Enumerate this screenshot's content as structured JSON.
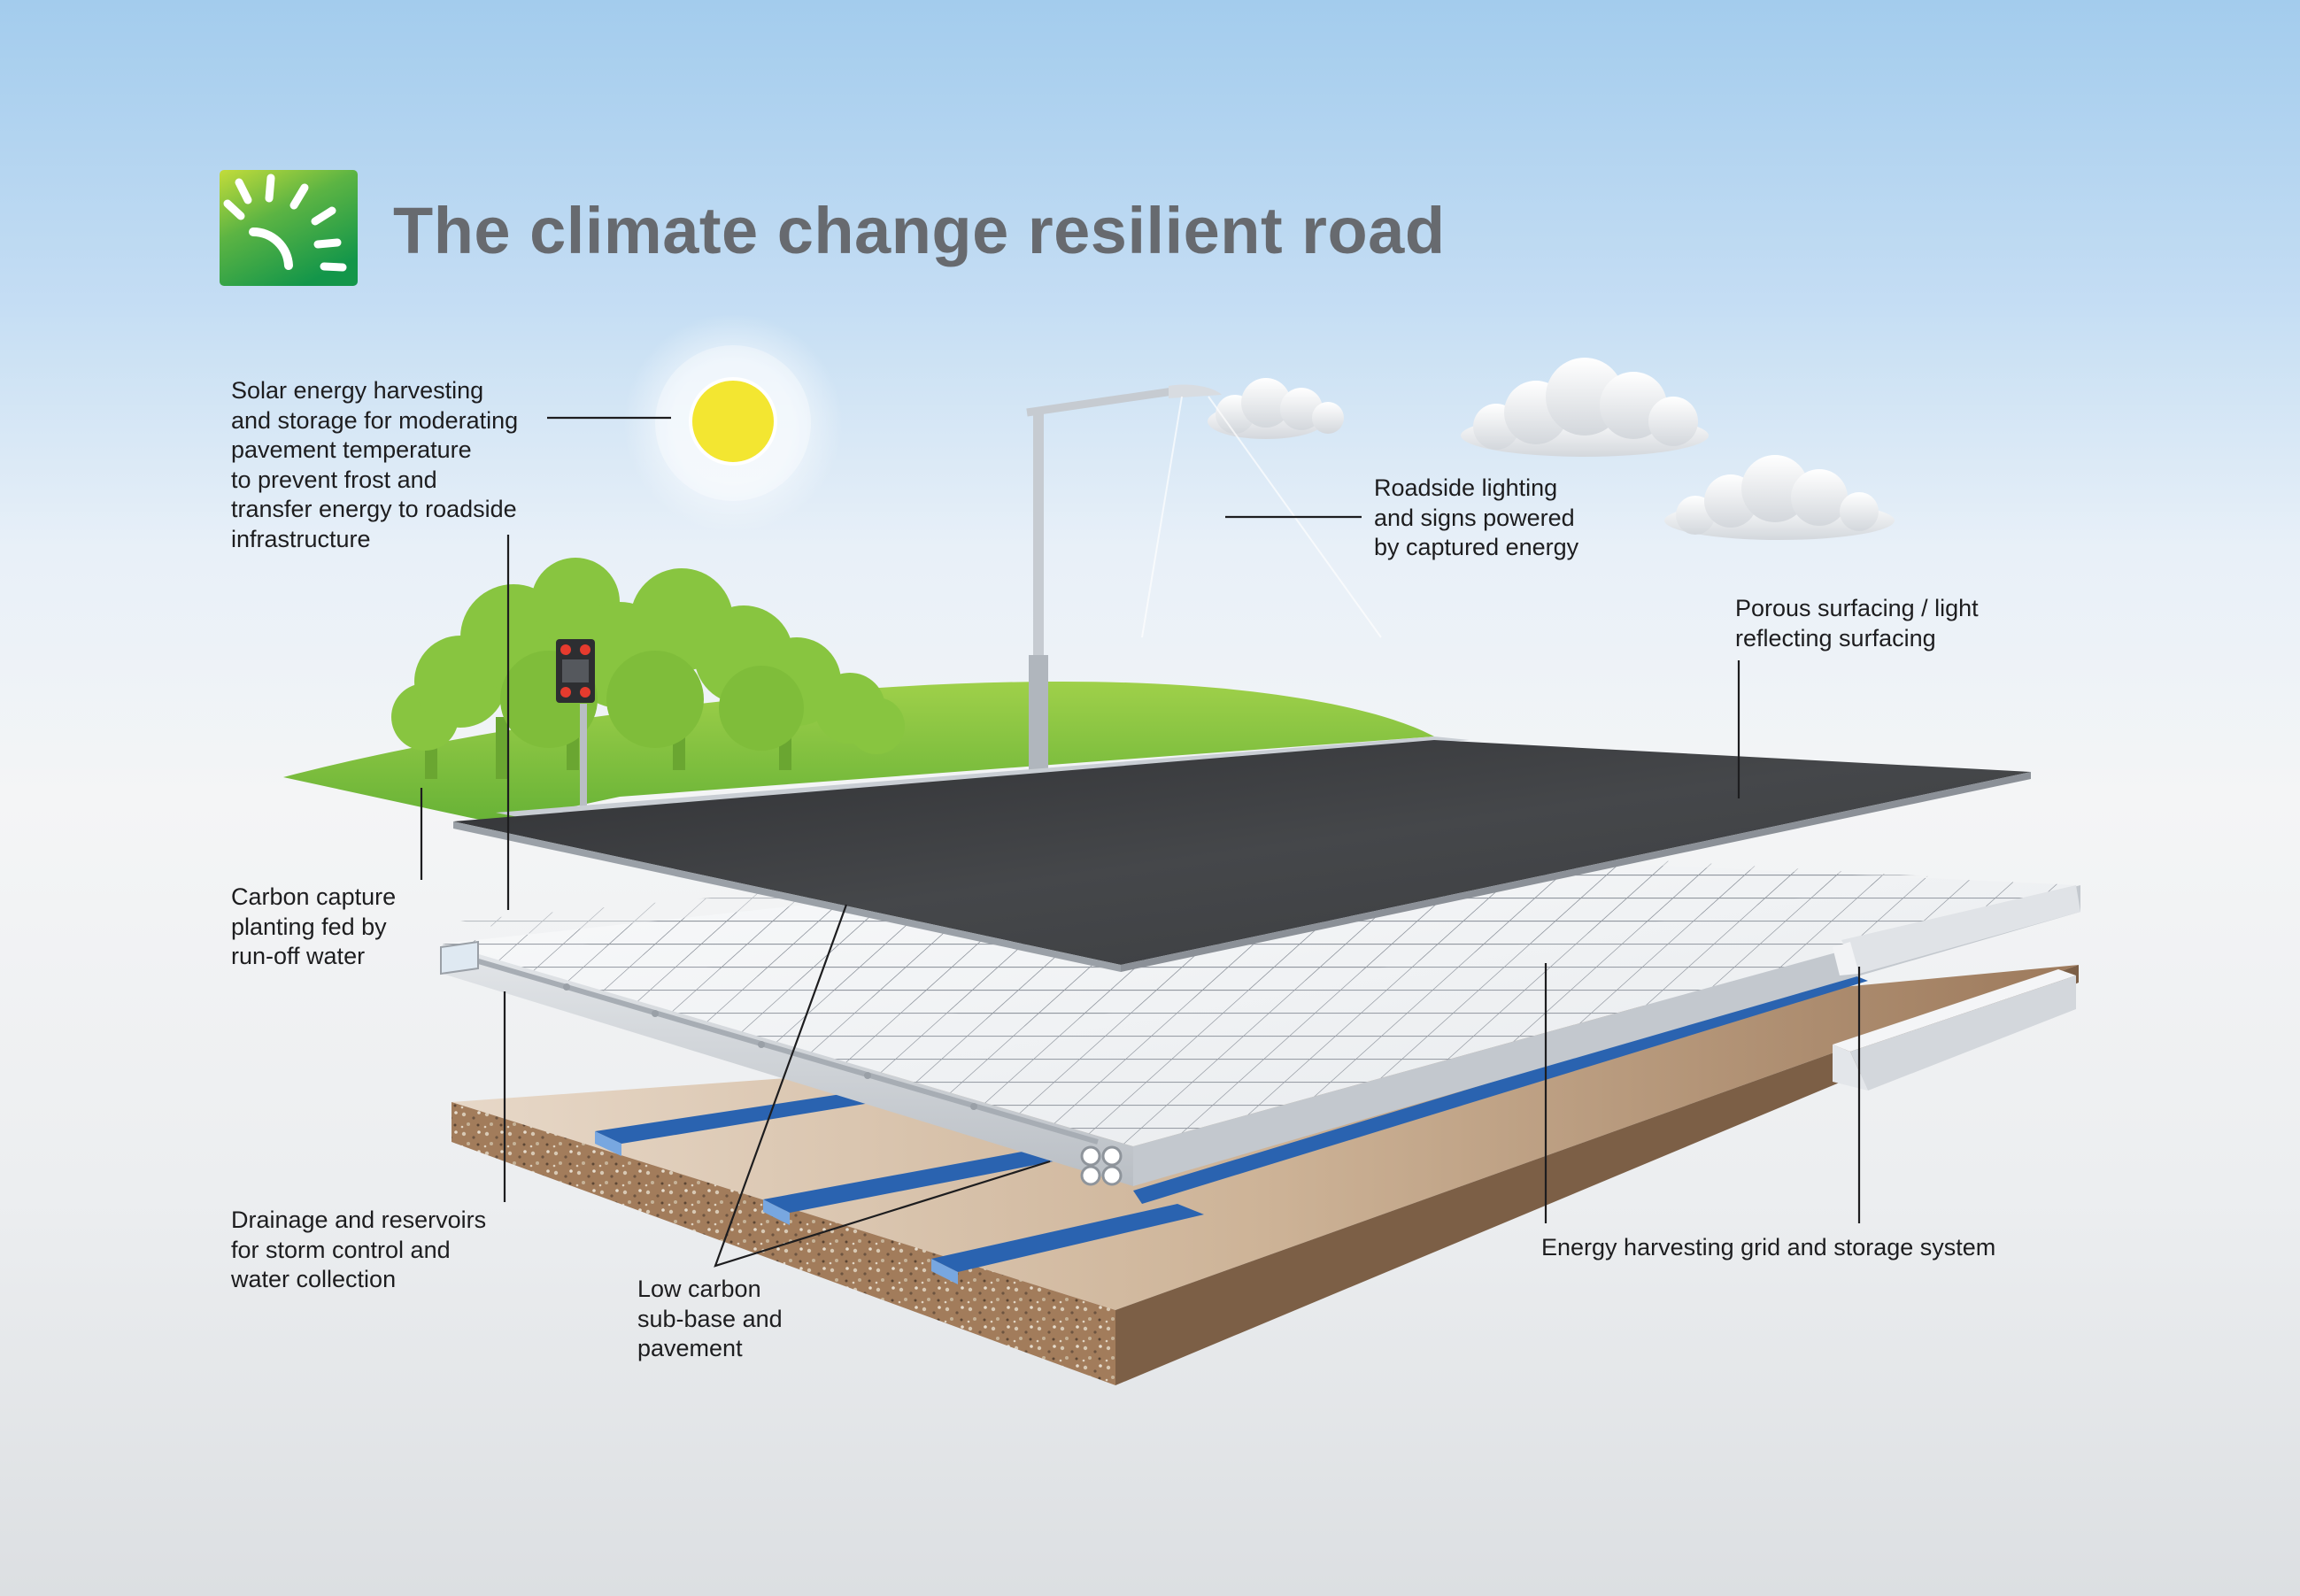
{
  "title": "The climate change resilient road",
  "logo": {
    "icon": "sun-burst-icon",
    "colors": {
      "top": "#b3d335",
      "bottom": "#1a9e48"
    }
  },
  "labels": {
    "solar": [
      "Solar energy harvesting",
      "and storage for moderating",
      "pavement temperature",
      "to prevent frost and",
      "transfer energy to roadside",
      "infrastructure"
    ],
    "lighting": [
      "Roadside lighting",
      "and signs powered",
      "by captured energy"
    ],
    "porous": [
      "Porous surfacing / light",
      "reflecting surfacing"
    ],
    "carbon": [
      "Carbon capture",
      "planting fed by",
      "run-off water"
    ],
    "drainage": [
      "Drainage and reservoirs",
      "for storm control and",
      "water collection"
    ],
    "lowcarbon": [
      "Low carbon",
      "sub-base and",
      "pavement"
    ],
    "energygrid": [
      "Energy harvesting grid and storage system"
    ]
  },
  "colors": {
    "title_text": "#676a6f",
    "sky_top": "#a5cdee",
    "grass": "#8dc63f",
    "asphalt": "#3f4144",
    "sun": "#f3e631",
    "drain_strip": "#2a63b0",
    "soil": "#a0795a"
  }
}
